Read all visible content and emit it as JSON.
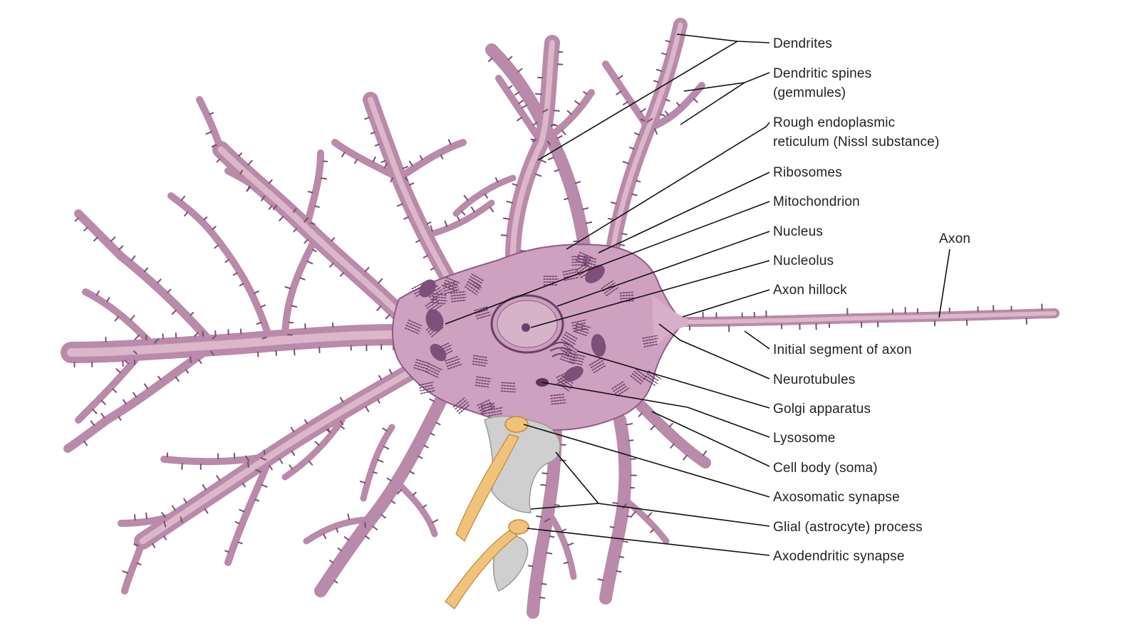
{
  "diagram": {
    "labels": {
      "dendrites": "Dendrites",
      "dendritic_spines_1": "Dendritic spines",
      "dendritic_spines_2": "(gemmules)",
      "rough_er_1": "Rough endoplasmic",
      "rough_er_2": "reticulum (Nissl substance)",
      "ribosomes": "Ribosomes",
      "mitochondrion": "Mitochondrion",
      "nucleus": "Nucleus",
      "nucleolus": "Nucleolus",
      "axon_hillock": "Axon hillock",
      "axon": "Axon",
      "initial_segment": "Initial segment of axon",
      "neurotubules": "Neurotubules",
      "golgi": "Golgi apparatus",
      "lysosome": "Lysosome",
      "cell_body": "Cell body (soma)",
      "axosomatic": "Axosomatic synapse",
      "glial": "Glial (astrocyte) process",
      "axodendritic": "Axodendritic synapse"
    },
    "colors": {
      "cell_fill": "#c99ab9",
      "cell_fill_light": "#dcb6c9",
      "cell_outline": "#8e5d86",
      "nucleus_fill": "#c9a0bb",
      "organelle_dark": "#6c3f68",
      "glia_fill": "#cfcfcf",
      "synapse_fill": "#f0c27a",
      "leader_line": "#111111",
      "label_text": "#222222"
    }
  }
}
